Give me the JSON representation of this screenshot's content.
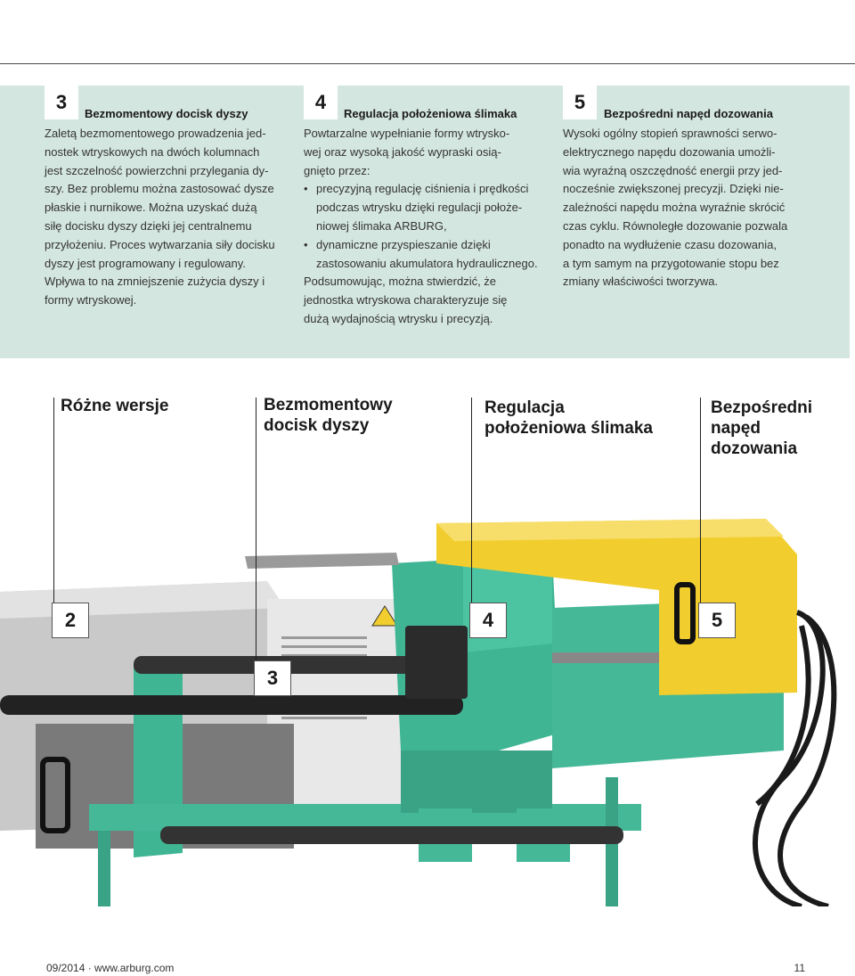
{
  "sections": [
    {
      "number": "3",
      "title": "Bezmomentowy docisk dyszy",
      "lines": [
        "Zaletą bezmomentowego prowadzenia jed-",
        "nostek wtryskowych na dwóch kolumnach",
        "jest szczelność powierzchni przylegania dy-",
        "szy. Bez problemu można zastosować dysze",
        "płaskie i nurnikowe. Można uzyskać dużą",
        "siłę docisku dyszy dzięki jej centralnemu",
        "przyłożeniu. Proces wytwarzania siły docisku",
        "dyszy jest programowany i regulowany.",
        "Wpływa to na zmniejszenie zużycia dyszy i",
        "formy wtryskowej."
      ]
    },
    {
      "number": "4",
      "title": "Regulacja położeniowa ślimaka",
      "intro": [
        "Powtarzalne wypełnianie formy wtrysko-",
        "wej oraz wysoką jakość wypraski osią-",
        "gnięto przez:"
      ],
      "bullets": [
        [
          "precyzyjną regulację ciśnienia i prędkości",
          "podczas wtrysku dzięki regulacji położe-",
          "niowej ślimaka ARBURG,"
        ],
        [
          "dynamiczne przyspieszanie dzięki",
          "zastosowaniu akumulatora hydraulicznego."
        ]
      ],
      "outro": [
        "Podsumowując, można stwierdzić, że",
        "jednostka wtryskowa charakteryzuje się",
        "dużą wydajnością wtrysku i precyzją."
      ]
    },
    {
      "number": "5",
      "title": "Bezpośredni napęd dozowania",
      "lines": [
        "Wysoki ogólny stopień sprawności serwo-",
        "elektrycznego napędu dozowania umożli-",
        "wia wyraźną oszczędność energii przy jed-",
        "nocześnie zwiększonej precyzji. Dzięki nie-",
        "zależności napędu można wyraźnie skrócić",
        "czas cyklu. Równoległe dozowanie pozwala",
        "ponadto na wydłużenie czasu dozowania,",
        "a tym samym na przygotowanie stopu bez",
        "zmiany właściwości tworzywa."
      ]
    }
  ],
  "callouts": {
    "labels": {
      "versions": "Różne wersje",
      "nozzle": [
        "Bezmomentowy",
        "docisk dyszy"
      ],
      "screw": [
        "Regulacja",
        "położeniowa ślimaka"
      ],
      "drive": [
        "Bezpośredni",
        "napęd",
        "dozowania"
      ]
    },
    "numbers": {
      "n2": "2",
      "n3": "3",
      "n4": "4",
      "n5": "5"
    }
  },
  "footer": {
    "left": "09/2014 · www.arburg.com",
    "page": "11"
  },
  "colors": {
    "panel_bg": "#d4e6e0",
    "machine_green": "#3fb594",
    "machine_yellow": "#f2cd2e",
    "machine_grey": "#c4c4c4"
  }
}
